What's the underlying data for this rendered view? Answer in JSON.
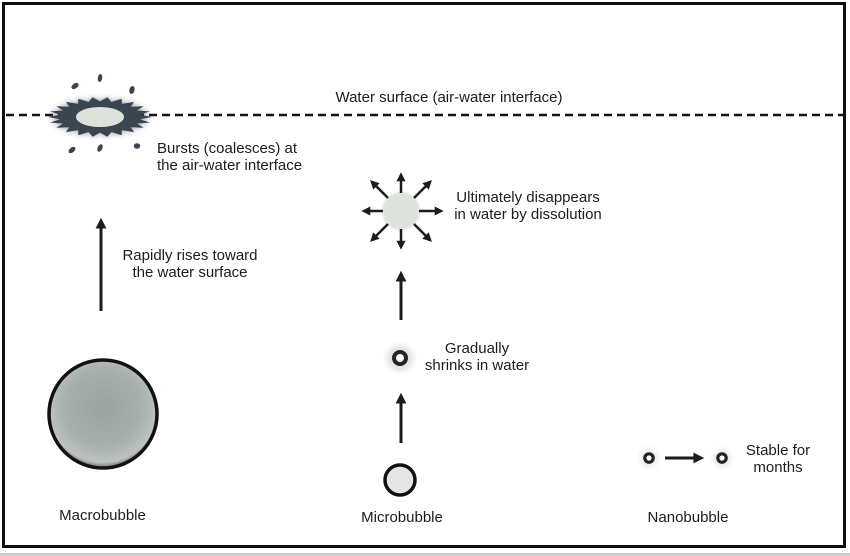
{
  "figure": {
    "surface": {
      "label": "Water surface (air-water interface)"
    },
    "macrobubble": {
      "name": "Macrobubble",
      "burst_caption": "Bursts (coalesces) at\nthe air-water interface",
      "rise_caption": "Rapidly rises toward\nthe water surface"
    },
    "microbubble": {
      "name": "Microbubble",
      "dissolve_caption": "Ultimately disappears\nin water by dissolution",
      "shrink_caption": "Gradually\nshrinks in water"
    },
    "nanobubble": {
      "name": "Nanobubble",
      "stable_caption": "Stable for\nmonths"
    },
    "colors": {
      "ink": "#1c1c1c",
      "frame": "#0f0f0f",
      "burst_dark": "#3b4550",
      "bubble_core_gray": "#9aa3a0",
      "bubble_light": "#dde2dc",
      "micro_fill": "#e3e7e0"
    }
  }
}
